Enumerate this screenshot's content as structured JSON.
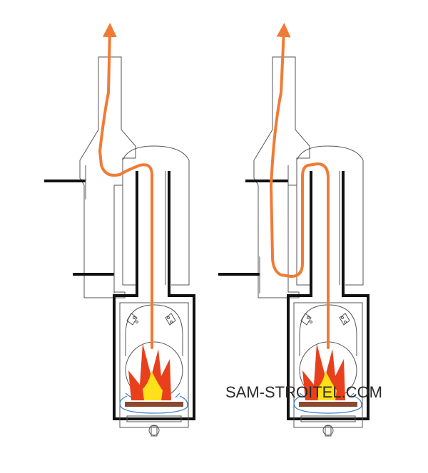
{
  "watermark": {
    "text": "SAM-STROITEL.COM"
  },
  "colors": {
    "flow": "#f07b36",
    "flame_outer": "#e8401c",
    "flame_inner": "#ffe01a",
    "walls": "#111111",
    "air": "#3a7fc6",
    "grate": "#8a4a2f"
  },
  "diagrams": [
    {
      "id": "left",
      "flow": "single-pass"
    },
    {
      "id": "right",
      "flow": "double-pass"
    }
  ]
}
